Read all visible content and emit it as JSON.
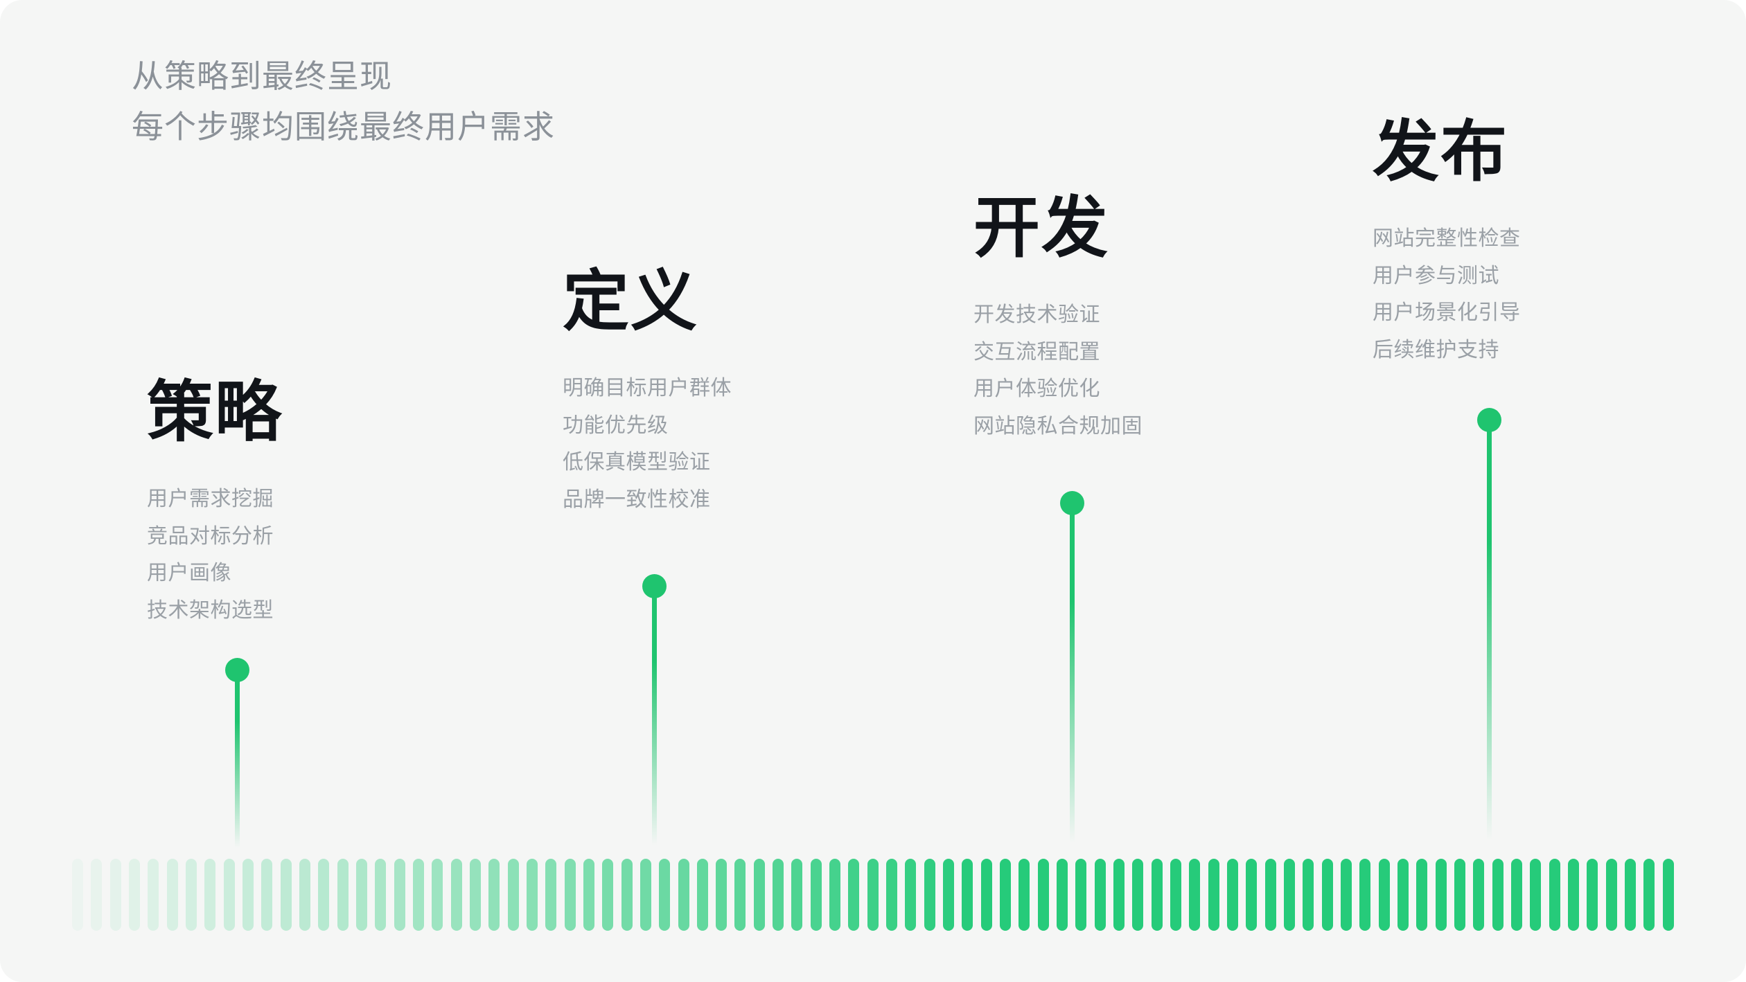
{
  "colors": {
    "background": "#ffffff",
    "card": "#f5f6f5",
    "accent": "#1fc46f",
    "bar": "#26cb7a",
    "heading_text": "#8b9198",
    "title_text": "#111419",
    "item_text": "#9aa0a6"
  },
  "header": {
    "line1": "从策略到最终呈现",
    "line2": "每个步骤均围绕最终用户需求"
  },
  "stages": [
    {
      "title": "策略",
      "items": [
        "用户需求挖掘",
        "竞品对标分析",
        "用户画像",
        "技术架构选型"
      ]
    },
    {
      "title": "定义",
      "items": [
        "明确目标用户群体",
        "功能优先级",
        "低保真模型验证",
        "品牌一致性校准"
      ]
    },
    {
      "title": "开发",
      "items": [
        "开发技术验证",
        "交互流程配置",
        "用户体验优化",
        "网站隐私合规加固"
      ]
    },
    {
      "title": "发布",
      "items": [
        "网站完整性检查",
        "用户参与测试",
        "用户场景化引导",
        "后续维护支持"
      ]
    }
  ],
  "timeline": {
    "bar_count": 85
  }
}
